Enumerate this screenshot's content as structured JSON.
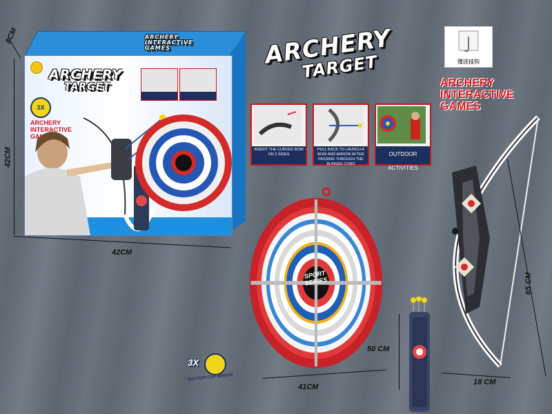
{
  "title": {
    "line1": "ARCHERY",
    "line2": "TARGET"
  },
  "subtitle": {
    "line1": "ARCHERY",
    "line2": "INTERACTIVE",
    "line3": "GAMES"
  },
  "panels": [
    {
      "caption": "INSERT THE CURVED BOW ON 2 SIDES"
    },
    {
      "caption": "PULL BACK TO LAUNCH A BOW AND ARROW AFTER PASSING THROUGH THE BUNGEE CORD"
    },
    {
      "caption": "OUTDOOR ACTIVITIES"
    }
  ],
  "hook_label": "赠送挂钩",
  "target_label": {
    "line1": "SPORT",
    "line2": "SERIES"
  },
  "arrows_badge": {
    "count": "3X",
    "caption": "SUCTION CUP ARROW"
  },
  "box": {
    "title_line1": "ARCHERY",
    "title_line2": "TARGET",
    "sub_line1": "ARCHERY",
    "sub_line2": "INTERACTIVE",
    "sub_line3": "GAMES",
    "top_line1": "ARCHERY",
    "top_line2": "INTERACTIVE",
    "top_line3": "GAMES",
    "badge": "3X"
  },
  "dimensions": {
    "box_depth": "8CM",
    "box_height": "42CM",
    "box_width": "42CM",
    "target_width": "41CM",
    "quiver_height": "50 CM",
    "bow_length": "65 CM",
    "bow_width": "18 CM"
  },
  "colors": {
    "accent_red": "#d8141c",
    "accent_blue": "#1f5fb8",
    "background": "#646d77"
  }
}
